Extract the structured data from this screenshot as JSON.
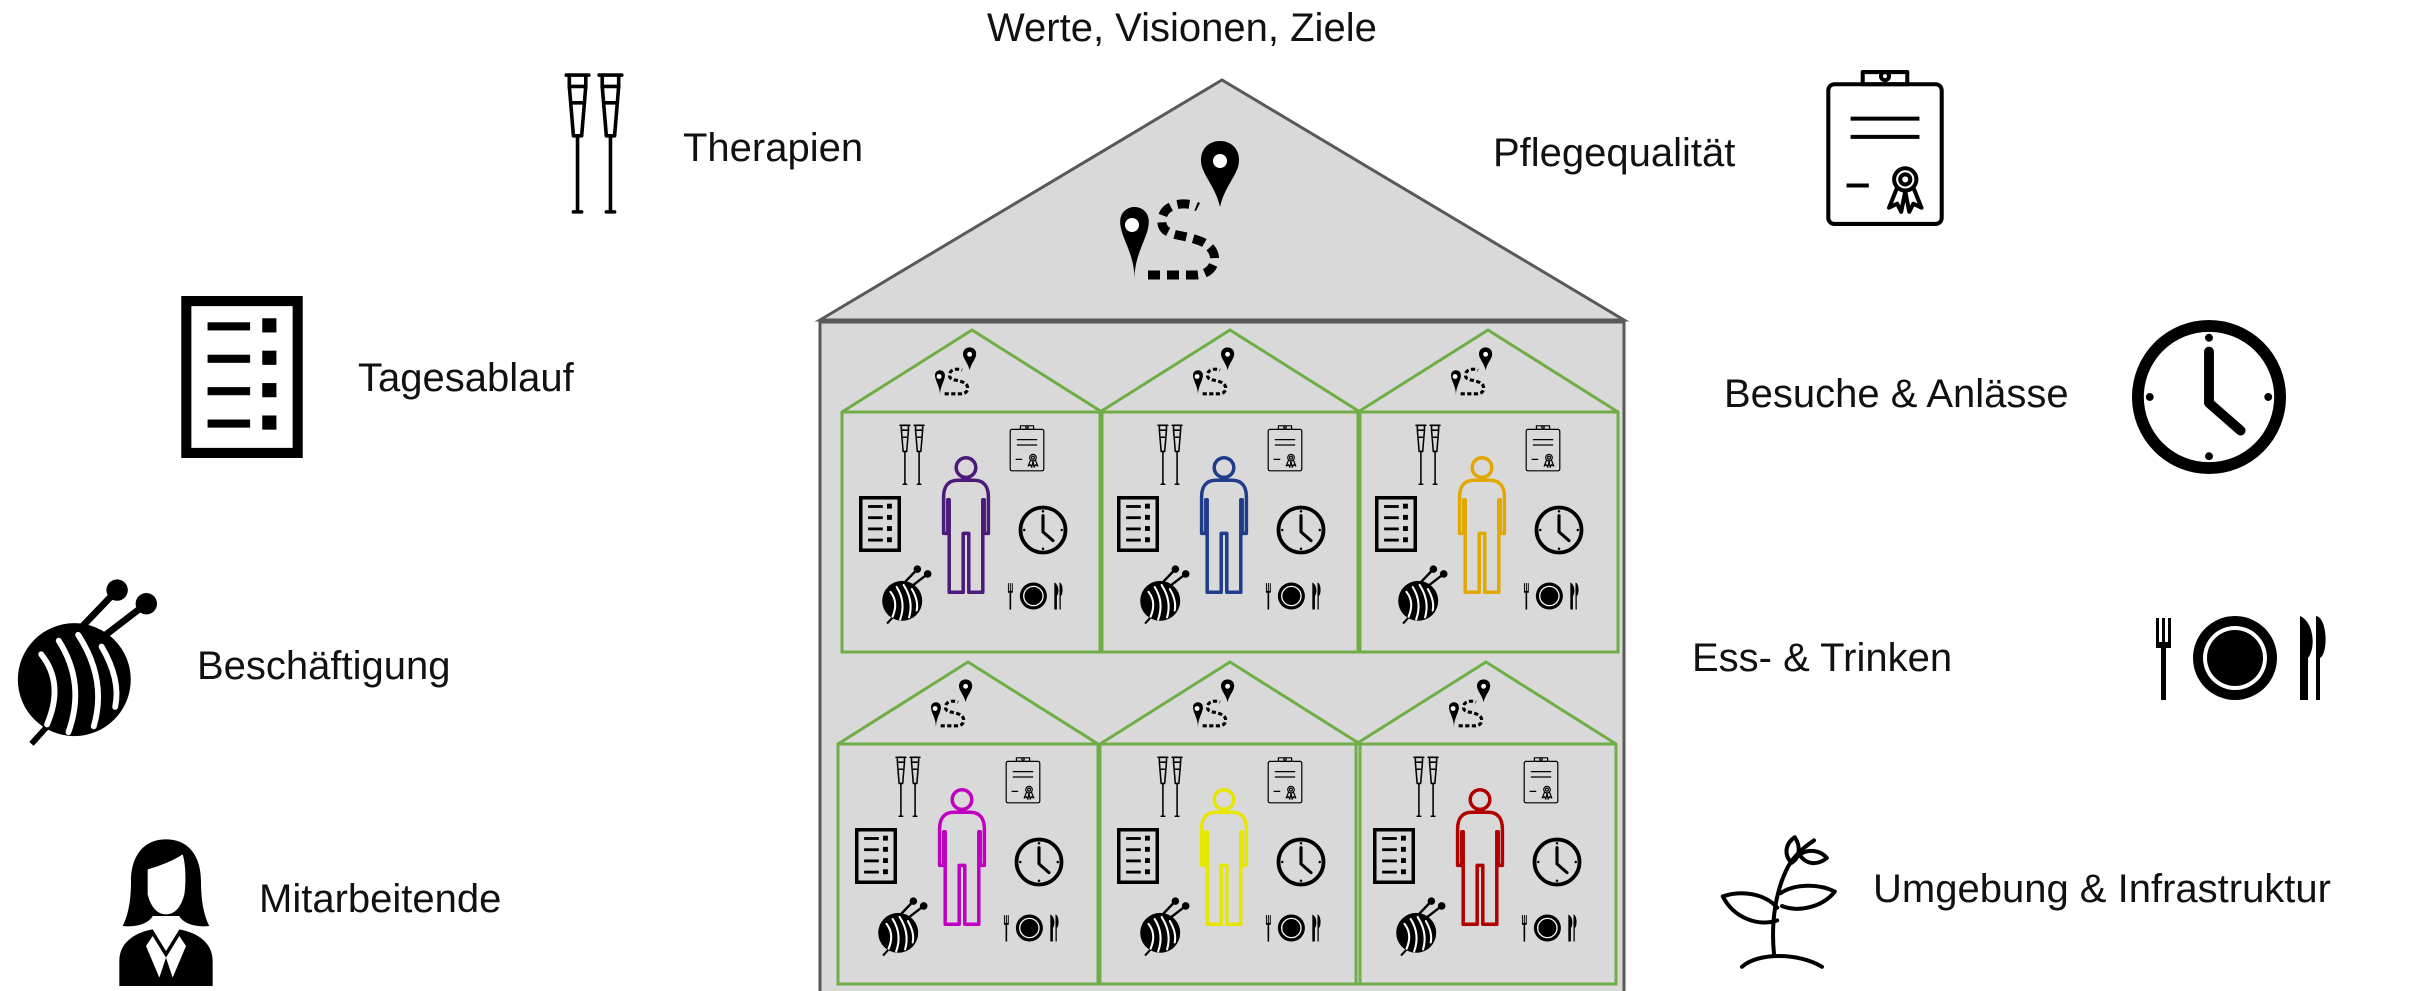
{
  "diagram": {
    "roof_label": "Werte, Visionen, Ziele",
    "left_labels": {
      "therapies": "Therapien",
      "daily_routine": "Tagesablauf",
      "activities": "Beschäftigung",
      "staff": "Mitarbeitende"
    },
    "right_labels": {
      "care_quality": "Pflegequalität",
      "visits": "Besuche & Anlässe",
      "food": "Ess- & Trinken",
      "environment": "Umgebung & Infrastruktur"
    },
    "colors": {
      "house_fill": "#d9d9d9",
      "house_stroke": "#595959",
      "room_stroke": "#70ad47",
      "icon": "#000000"
    },
    "residents": [
      {
        "color": "#4b1a7a"
      },
      {
        "color": "#1f3d8a"
      },
      {
        "color": "#e0a800"
      },
      {
        "color": "#c000c0"
      },
      {
        "color": "#e6e600"
      },
      {
        "color": "#b00000"
      }
    ],
    "icons": [
      "crutches-icon",
      "clipboard-certificate-icon",
      "checklist-icon",
      "yarn-ball-icon",
      "staff-person-icon",
      "clock-icon",
      "plate-cutlery-icon",
      "plant-icon",
      "map-route-icon",
      "person-outline-icon"
    ]
  }
}
